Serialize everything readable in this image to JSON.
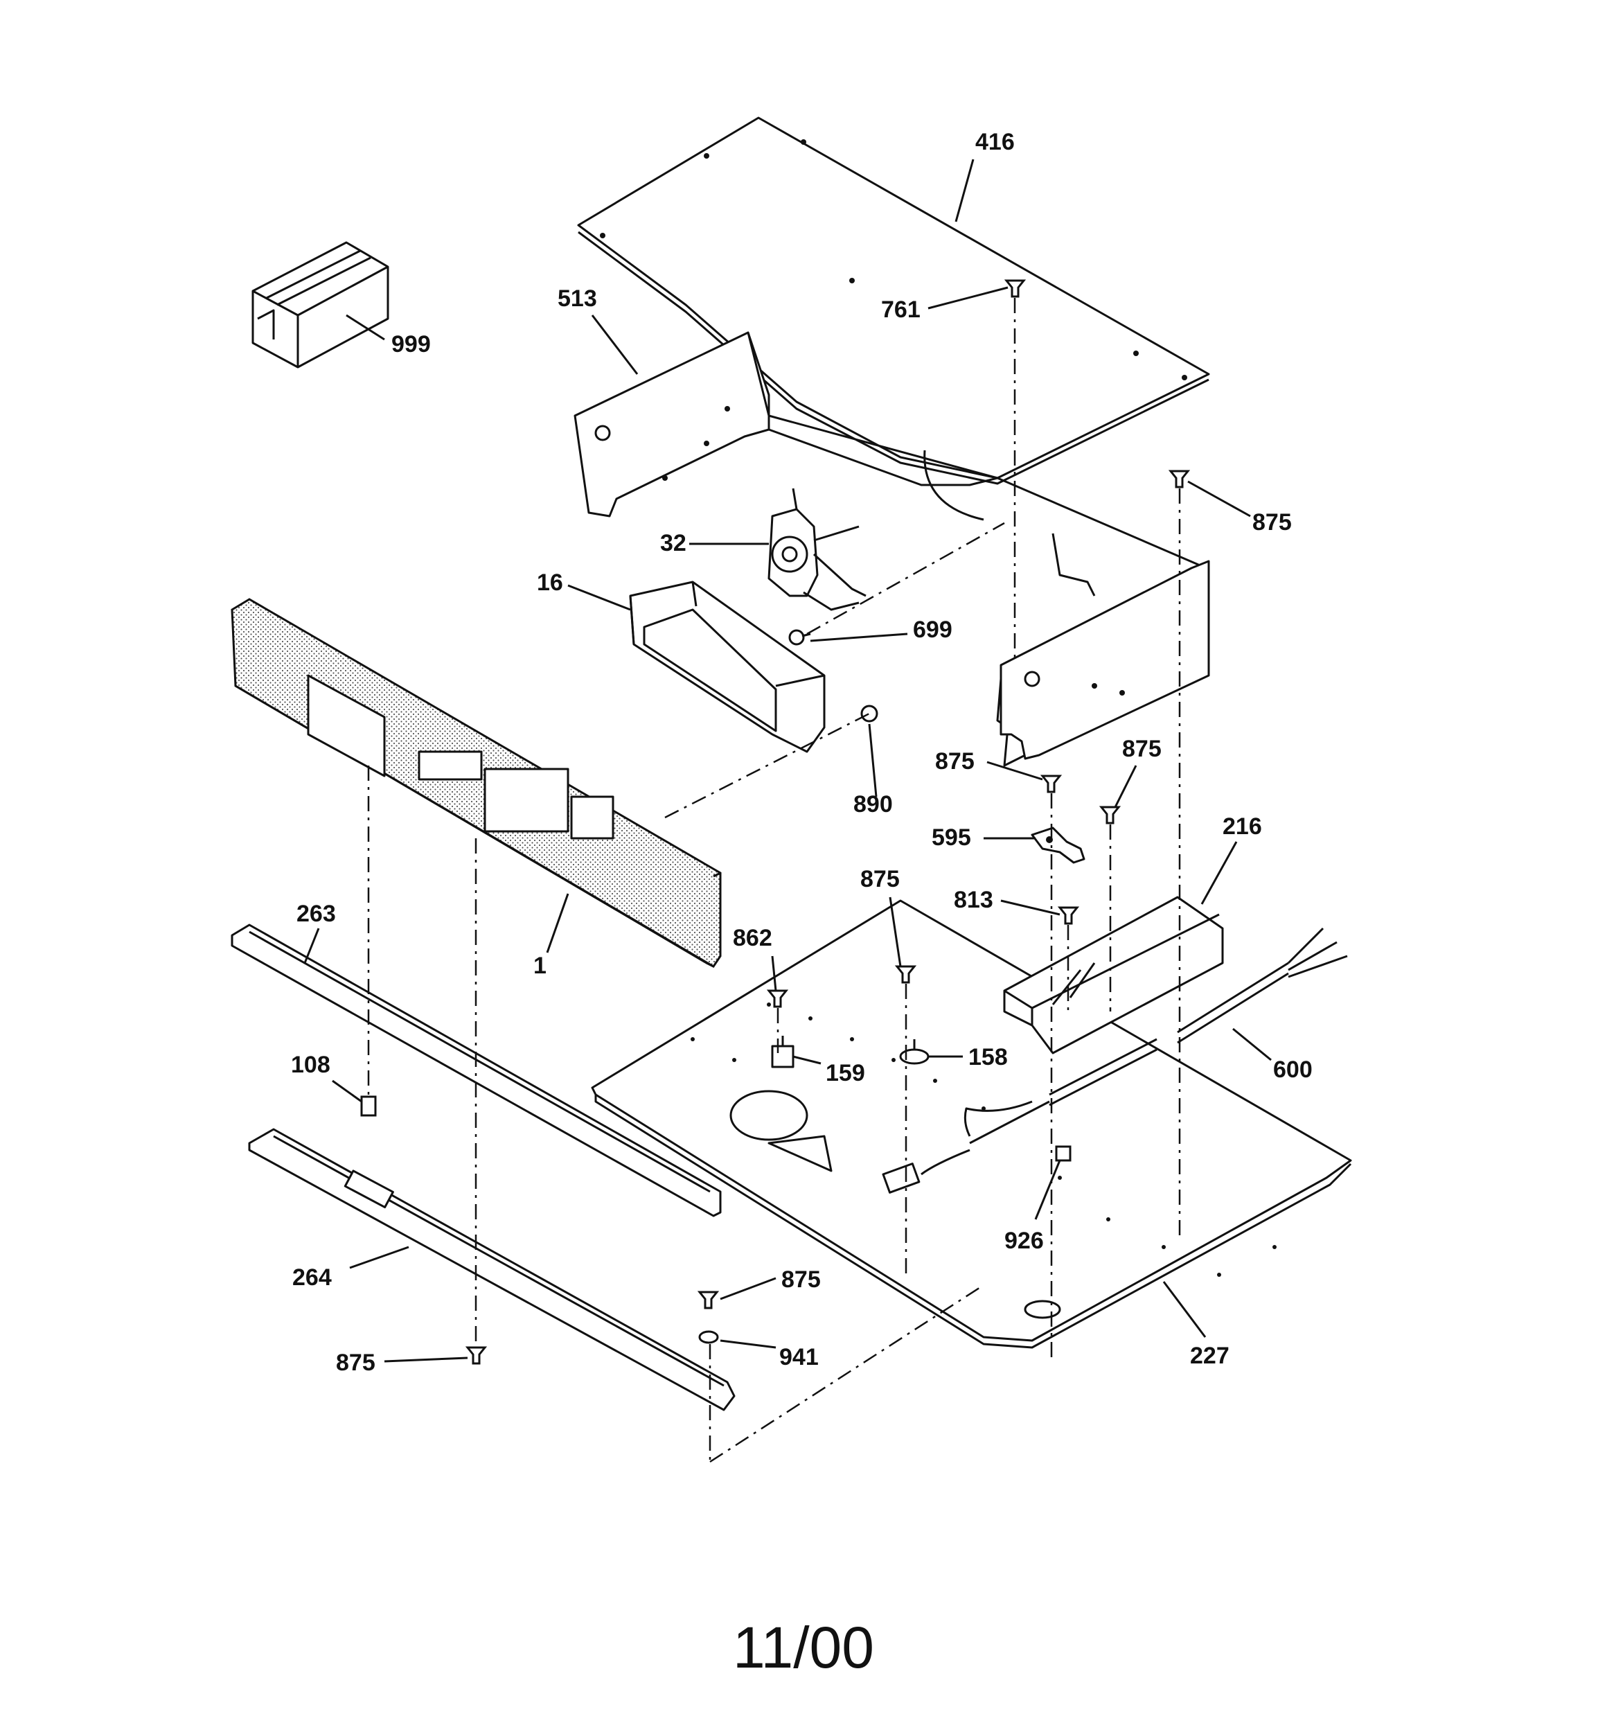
{
  "callouts": {
    "c416": "416",
    "c513": "513",
    "c761": "761",
    "c999": "999",
    "c875a": "875",
    "c32": "32",
    "c16": "16",
    "c699": "699",
    "c890": "890",
    "c875b": "875",
    "c875c": "875",
    "c216": "216",
    "c595": "595",
    "c875d": "875",
    "c813": "813",
    "c263": "263",
    "c862": "862",
    "c1": "1",
    "c108": "108",
    "c159": "159",
    "c158": "158",
    "c600": "600",
    "c926": "926",
    "c264": "264",
    "c875e": "875",
    "c941": "941",
    "c875f": "875",
    "c227": "227"
  },
  "footer": {
    "date_code": "11/00"
  }
}
